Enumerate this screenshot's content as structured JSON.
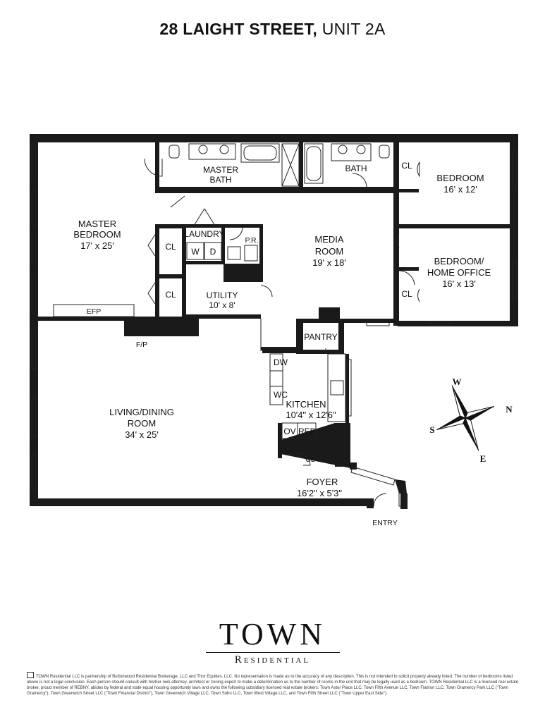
{
  "title": {
    "address": "28 LAIGHT STREET,",
    "unit": "UNIT 2A"
  },
  "rooms": {
    "master_bath": [
      "MASTER",
      "BATH"
    ],
    "bath": "BATH",
    "bedroom1": {
      "name": "BEDROOM",
      "dims": "16' x 12'"
    },
    "master_bedroom": {
      "name": [
        "MASTER",
        "BEDROOM"
      ],
      "dims": "17' x 25'"
    },
    "laundry": "LAUNDRY",
    "washer": "W",
    "dryer": "D",
    "powder_room": "P.R.",
    "media_room": {
      "name": [
        "MEDIA",
        "ROOM"
      ],
      "dims": "19' x 18'"
    },
    "bedroom_office": {
      "name": [
        "BEDROOM/",
        "HOME OFFICE"
      ],
      "dims": "16' x 13'"
    },
    "utility": {
      "name": "UTILITY",
      "dims": "10' x 8'"
    },
    "closet": "CL",
    "efp": "EFP",
    "fireplace": "F/P",
    "pantry": "PANTRY",
    "dishwasher": "DW",
    "wine_cooler": "WC",
    "kitchen": {
      "name": "KITCHEN",
      "dims": "10'4\" x 12'6\""
    },
    "oven": "OV",
    "refrigerator": "REF",
    "living_dining": {
      "name": [
        "LIVING/DINING",
        "ROOM"
      ],
      "dims": "34' x 25'"
    },
    "foyer": {
      "name": "FOYER",
      "dims": "16'2\" x 5'3\""
    },
    "entry": "ENTRY"
  },
  "compass": {
    "w": "W",
    "n": "N",
    "s": "S",
    "e": "E"
  },
  "brand": {
    "line1": "TOWN",
    "line2": "Residential"
  },
  "disclaimer": "TOWN Residential LLC is partnership of Buttonwood Residential Brokerage, LLC and Thor Equities, LLC. No representation is made as to the accuracy of any description. This is not intended to solicit property already listed. The number of bedrooms listed above is not a legal conclusion. Each person should consult with his/her own attorney, architect or zoning expert to make a determination as to the number of rooms in the unit that may be legally used as a bedroom. TOWN Residential LLC is a licensed real estate broker, proud member of REBNY, abides by federal and state equal housing opportunity laws and owns the following subsidiary licensed real estate brokers: Town Astor Place LLC, Town Fifth Avenue LLC, Town Flatiron LLC, Town Gramercy Park LLC (\"Town Gramercy\"), Town Greenwich Street LLC (\"Town Financial District\"), Town Greenwich Village LLC, Town Soho LLC, Town West Village LLC, and Town Fifth Street LLC (\"Town Upper East Side\")."
}
